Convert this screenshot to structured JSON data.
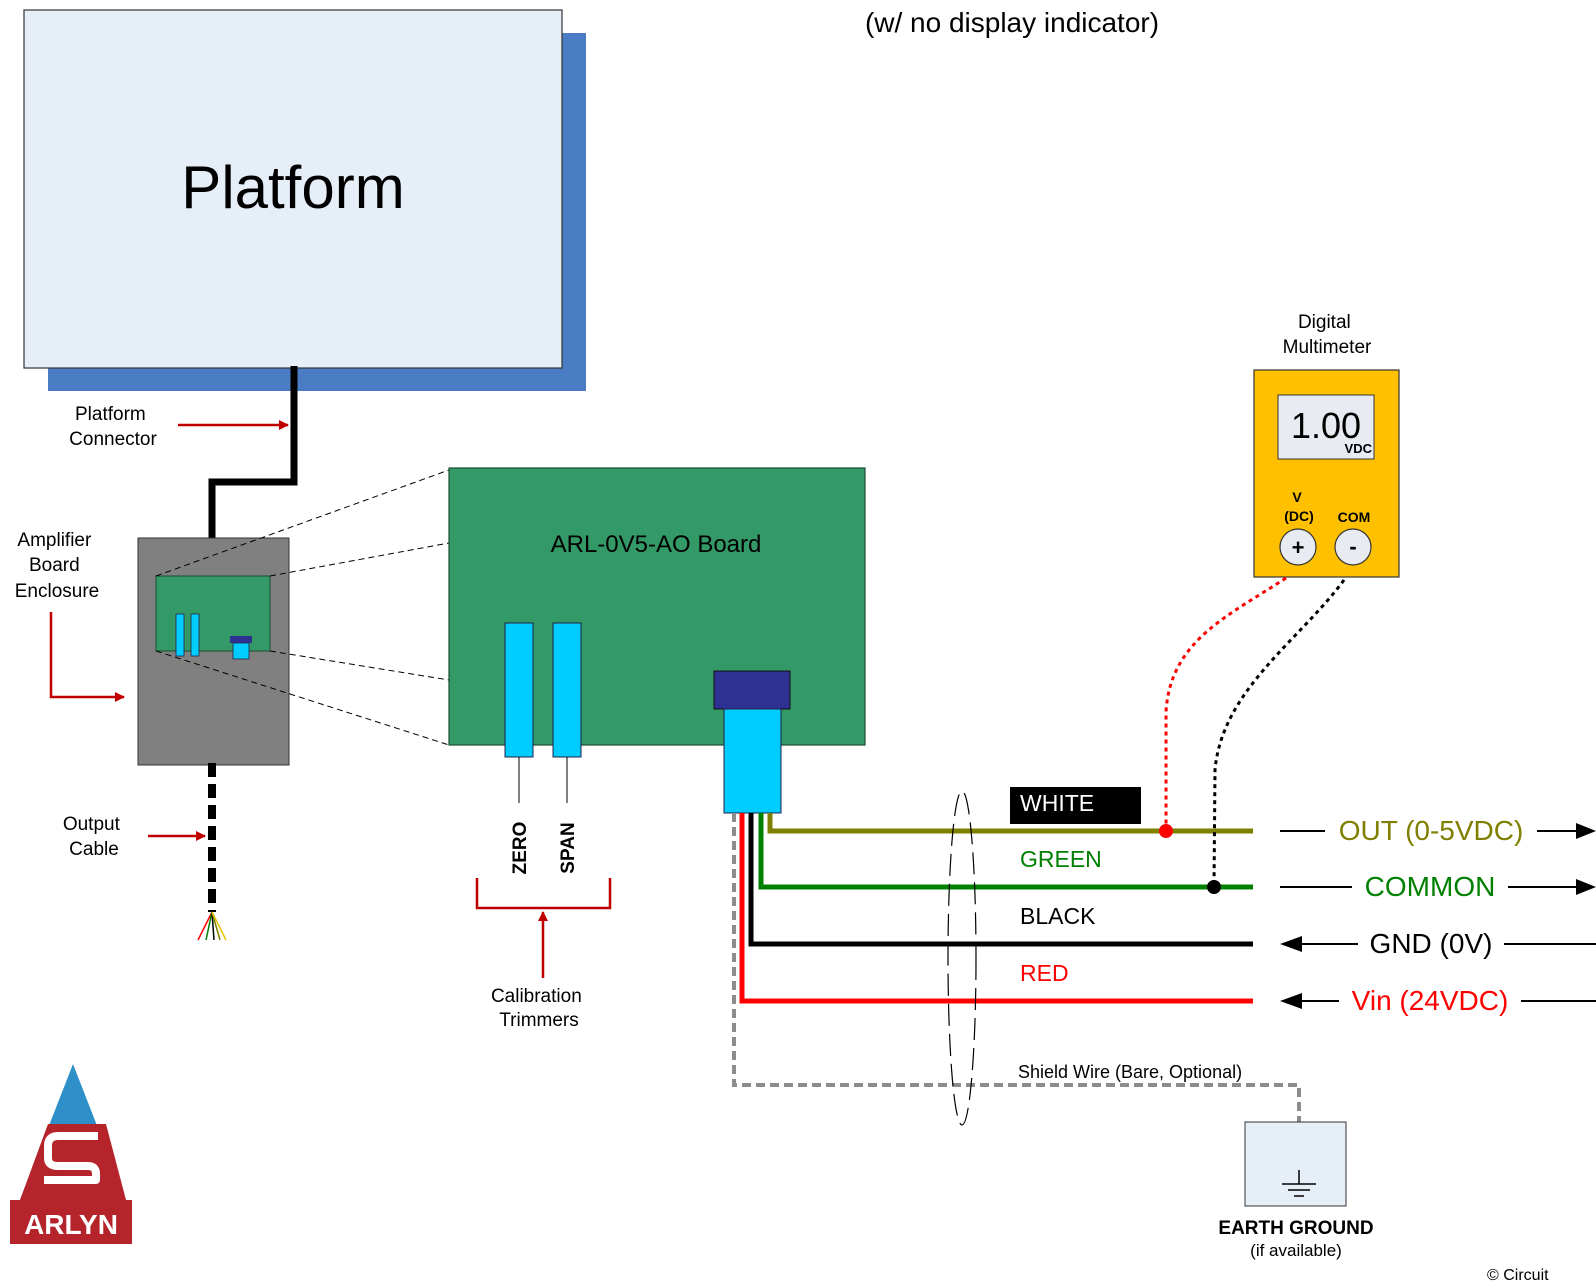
{
  "header": {
    "subtitle": "(w/ no display indicator)"
  },
  "platform": {
    "label": "Platform",
    "connector_label": [
      "Platform",
      "Connector"
    ]
  },
  "enclosure": {
    "label": [
      "Amplifier",
      "Board",
      "Enclosure"
    ]
  },
  "output_cable": {
    "label": [
      "Output",
      "Cable"
    ]
  },
  "board": {
    "label": "ARL-0V5-AO Board"
  },
  "trimmers": {
    "zero": "ZERO",
    "span": "SPAN",
    "label": [
      "Calibration",
      "Trimmers"
    ]
  },
  "multimeter": {
    "title": [
      "Digital",
      "Multimeter"
    ],
    "reading": "1.00",
    "unit": "VDC",
    "v_label": [
      "V",
      "(DC)"
    ],
    "com_label": "COM",
    "plus": "+",
    "minus": "-"
  },
  "wires": [
    {
      "name": "WHITE",
      "color": "#7f7f00",
      "signal": "OUT (0-5VDC)",
      "signal_color": "#7f7f00",
      "direction": "out"
    },
    {
      "name": "GREEN",
      "color": "#008000",
      "signal": "COMMON",
      "signal_color": "#008000",
      "direction": "out"
    },
    {
      "name": "BLACK",
      "color": "#000000",
      "signal": "GND (0V)",
      "signal_color": "#000000",
      "direction": "in"
    },
    {
      "name": "RED",
      "color": "#ff0000",
      "signal": "Vin (24VDC)",
      "signal_color": "#ff0000",
      "direction": "in"
    }
  ],
  "shield": {
    "label": "Shield Wire (Bare, Optional)"
  },
  "earth_ground": {
    "label": "EARTH GROUND",
    "sublabel": "(if available)"
  },
  "logo": {
    "text": "ARLYN"
  },
  "copyright": "© Circuit",
  "colors": {
    "platform_fill": "#e6eef8",
    "platform_shadow": "#4a7cc4",
    "board_green": "#339966",
    "trimmer_cyan": "#00ccff",
    "connector_navy": "#2e3192",
    "enclosure_gray": "#808080",
    "meter_yellow": "#ffc000",
    "arrow_red": "#c00000"
  }
}
